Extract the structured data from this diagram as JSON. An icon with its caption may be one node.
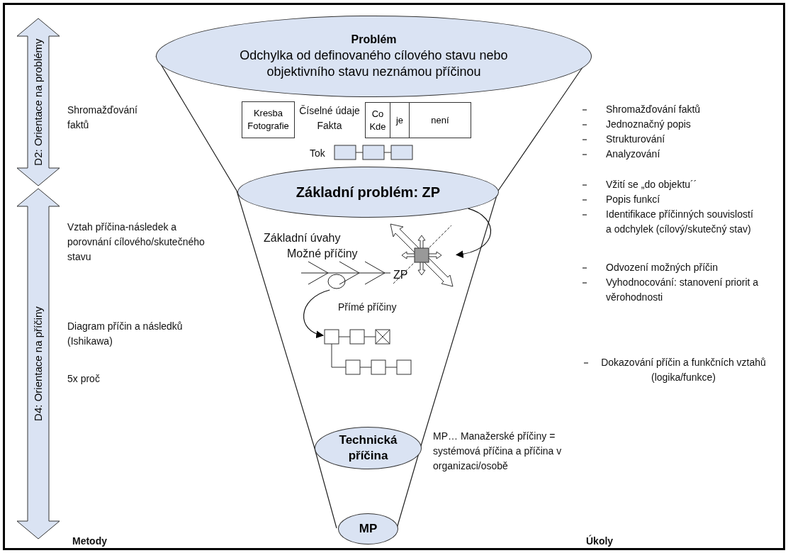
{
  "diagram": {
    "nodes": [
      {
        "text": [
          "D2: Orientace na problémy"
        ]
      },
      {
        "text": [
          "Problém",
          "Odchylka od definovaného cílového stavu nebo objektivního stavu neznámou příčinou"
        ]
      },
      {
        "text": [
          "Kresba Fotografie"
        ]
      },
      {
        "text": [
          "Co Kde"
        ]
      },
      {
        "text": [
          "je"
        ]
      },
      {
        "text": [
          "není"
        ]
      },
      {
        "text": [
          "Základní problém: ZP"
        ]
      },
      {
        "text": [
          "D4: Orientace na příčiny"
        ]
      },
      {
        "text": [],
        "shape": "picture"
      },
      {
        "text": [],
        "shape": "picture"
      },
      {
        "text": [],
        "shape": "picture"
      },
      {
        "text": [
          "Technická příčina"
        ]
      },
      {
        "text": [
          "MP"
        ]
      }
    ],
    "edges": [
      {
        "from": 6,
        "to": 8,
        "arrow": "to"
      },
      {
        "from": 9,
        "to": 10,
        "arrow": "to"
      }
    ],
    "labels": [
      "Shromažďování faktů",
      "Číselné údaje Fakta",
      "Shromažďování faktů",
      "Jednoznačný popis",
      "Strukturování",
      "Analyzování",
      "Tok",
      "Vztah příčina-následek a porovnání cílového/skutečného stavu",
      "Vžití se „do objektu´´",
      "Popis funkcí",
      "Identifikace příčinných souvislostí a odchylek (cílový/skutečný stav)",
      "Základní úvahy",
      "Možné příčiny",
      "ZP",
      "Odvození možných příčin",
      "Vyhodnocování: stanovení priorit a věrohodnosti",
      "Diagram příčin a následků (Ishikawa)",
      "Přímé příčiny",
      "5x proč",
      "Dokazování příčin a funkčních vztahů (logika/funkce)",
      "MP… Manažerské příčiny = systémová příčina a příčina v organizaci/osobě",
      "Metody",
      "Úkoly"
    ]
  }
}
